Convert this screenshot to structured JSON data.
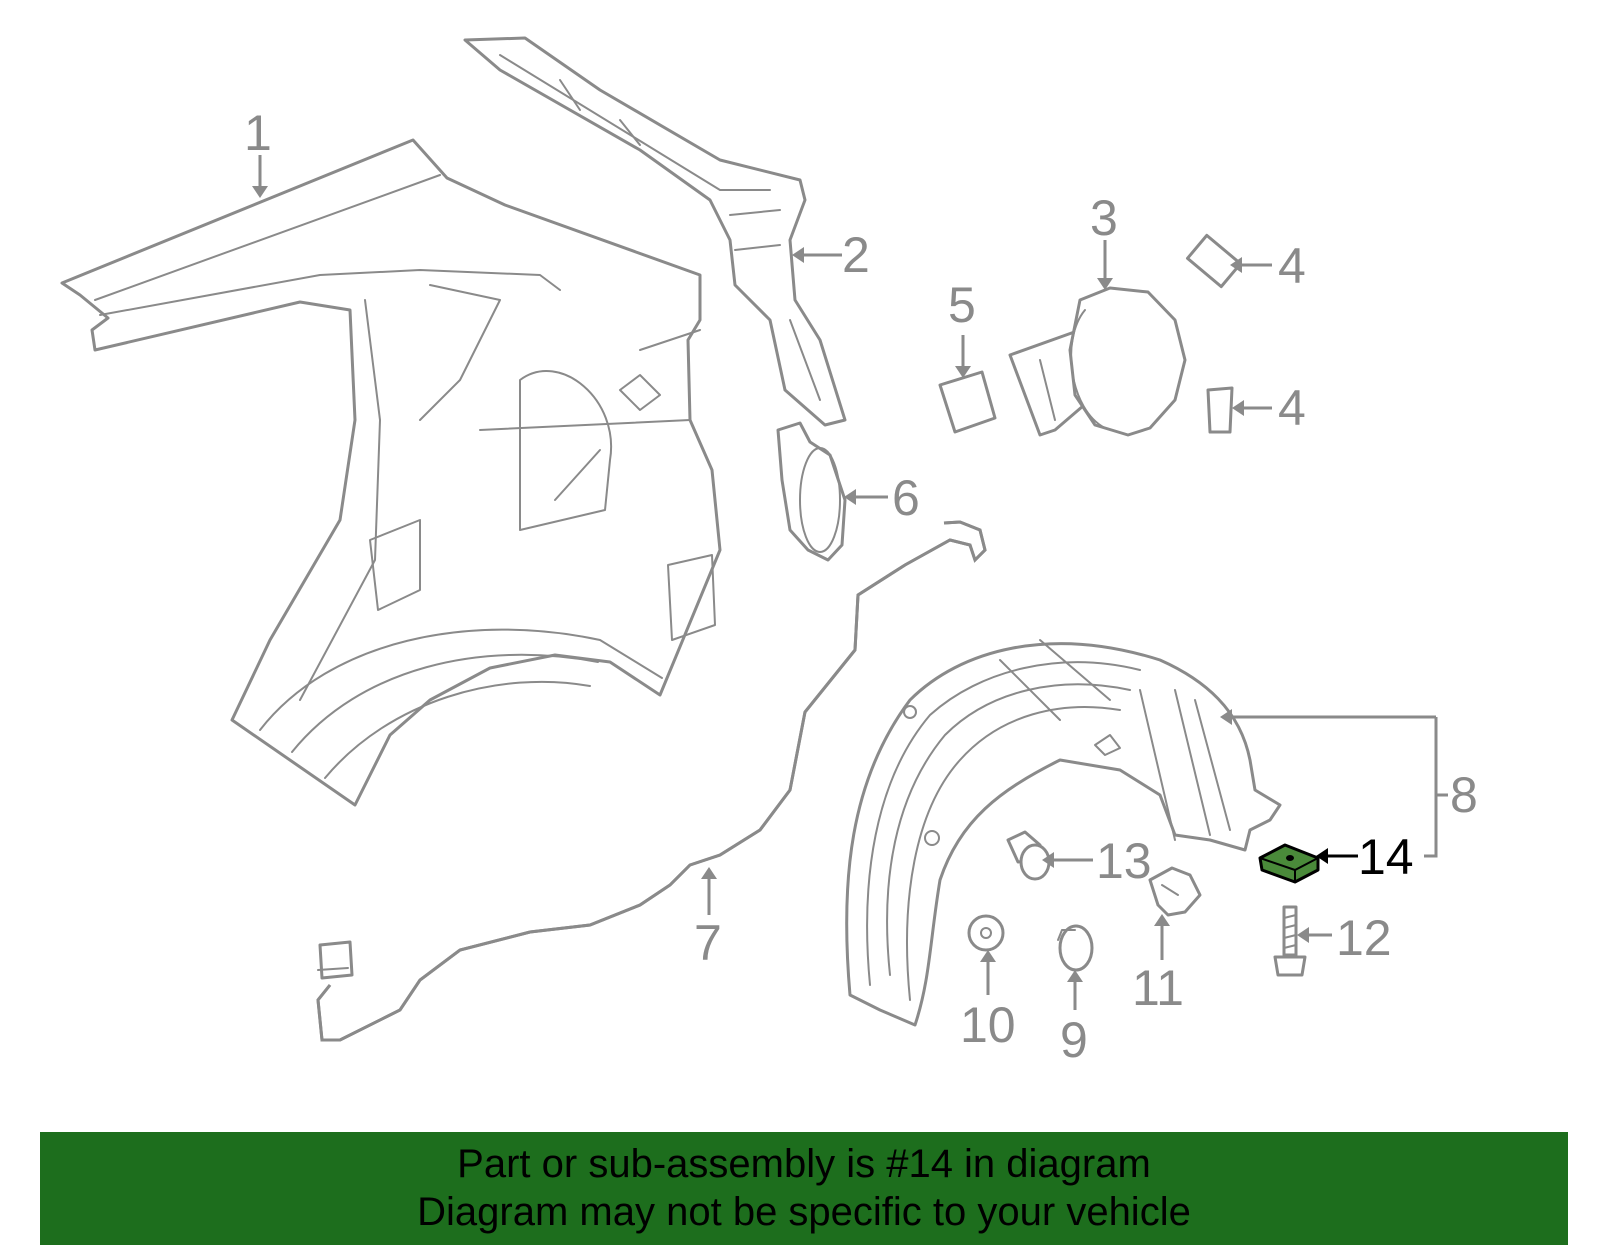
{
  "callouts": {
    "c1": "1",
    "c2": "2",
    "c3": "3",
    "c4a": "4",
    "c4b": "4",
    "c5": "5",
    "c6": "6",
    "c7": "7",
    "c8": "8",
    "c9": "9",
    "c10": "10",
    "c11": "11",
    "c12": "12",
    "c13": "13",
    "c14": "14"
  },
  "highlight": {
    "part": "14",
    "color": "#1d6e1d"
  },
  "footer": {
    "line1": "Part or sub-assembly is #14 in diagram",
    "line2": "Diagram may not be specific to your vehicle"
  }
}
